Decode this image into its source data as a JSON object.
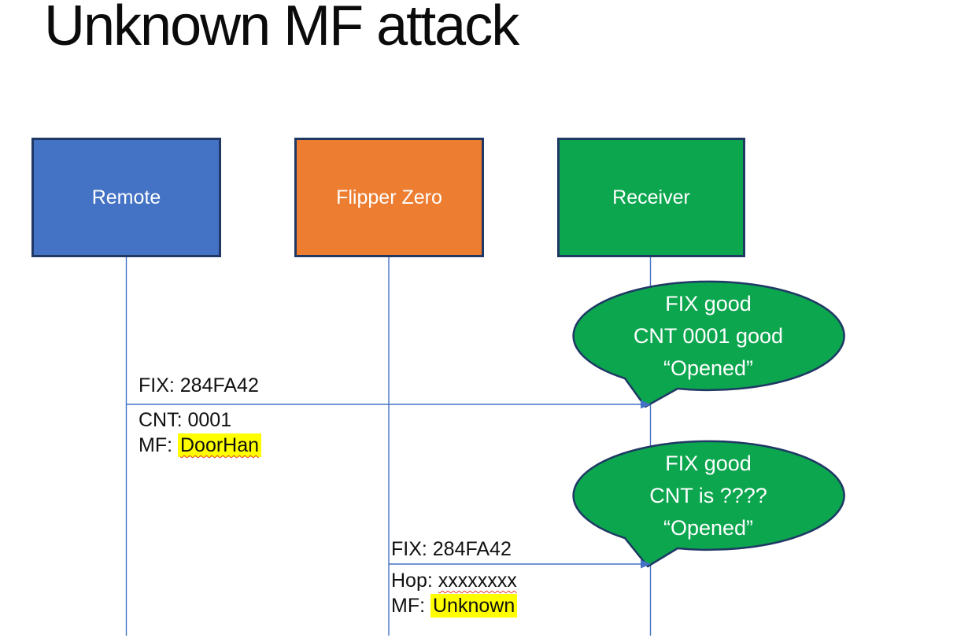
{
  "title": "Unknown MF attack",
  "actors": {
    "remote": {
      "label": "Remote"
    },
    "flipper": {
      "label": "Flipper Zero"
    },
    "receiver": {
      "label": "Receiver"
    }
  },
  "messages": {
    "m1": {
      "fix": "FIX: 284FA42",
      "cnt": "CNT: 0001",
      "mf_label": "MF: ",
      "mf_value": "DoorHan"
    },
    "m2": {
      "fix": "FIX: 284FA42",
      "hop_label": "Hop: ",
      "hop_value": "xxxxxxxx",
      "mf_label": "MF: ",
      "mf_value": "Unknown"
    }
  },
  "callouts": {
    "c1": {
      "line1": "FIX good",
      "line2": "CNT 0001 good",
      "line3": "“Opened”"
    },
    "c2": {
      "line1": "FIX good",
      "line2": "CNT is ????",
      "line3": "“Opened”"
    }
  },
  "colors": {
    "remote_fill": "#4472C4",
    "flipper_fill": "#ED7D31",
    "receiver_fill": "#0CA64F",
    "callout_fill": "#0CA64F",
    "shape_border": "#1F3864",
    "connector_blue": "#4472C4",
    "highlight_yellow": "#FFFF00",
    "squiggle_red": "#E03C31"
  }
}
